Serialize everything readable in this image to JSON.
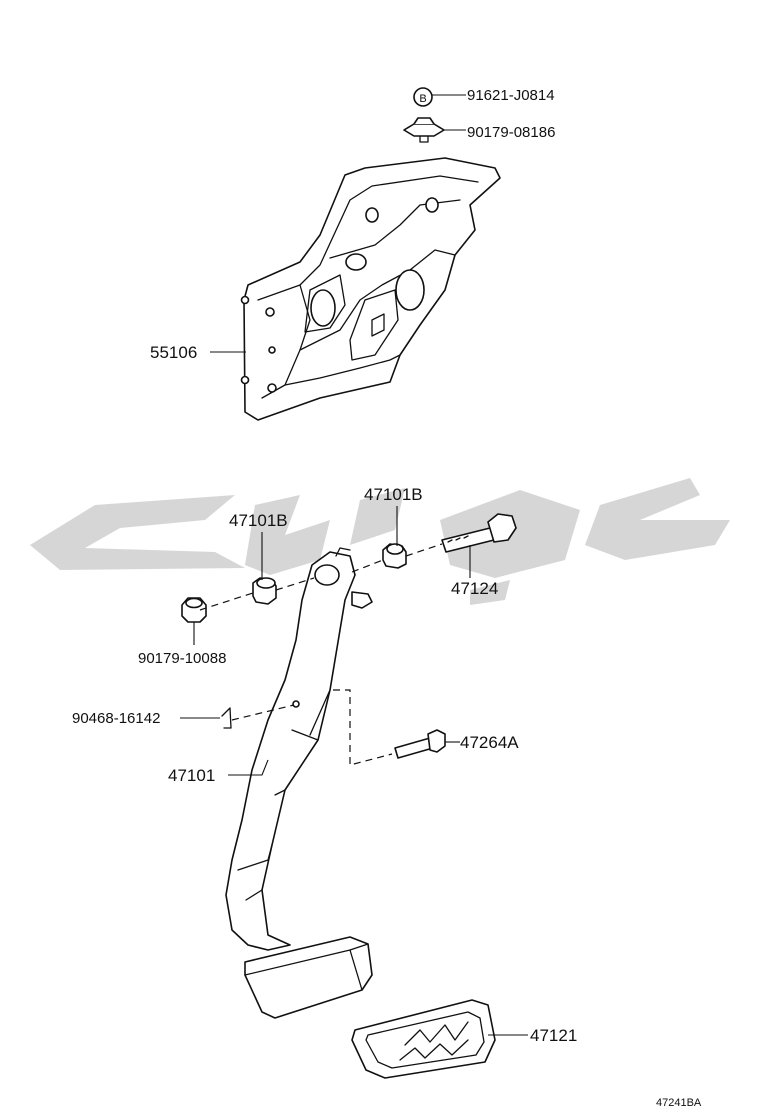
{
  "diagram": {
    "callouts": {
      "c91621": "91621-J0814",
      "c90179a": "90179-08186",
      "c55106": "55106",
      "c47101b_left": "47101B",
      "c47101b_right": "47101B",
      "c47124": "47124",
      "c90179b": "90179-10088",
      "c90468": "90468-16142",
      "c47264a": "47264A",
      "c47101": "47101",
      "c47121": "47121"
    },
    "marker_b": "B",
    "reference_code": "47241BA"
  },
  "colors": {
    "line": "#111111",
    "watermark": "#cfcfcf",
    "background": "#ffffff"
  }
}
